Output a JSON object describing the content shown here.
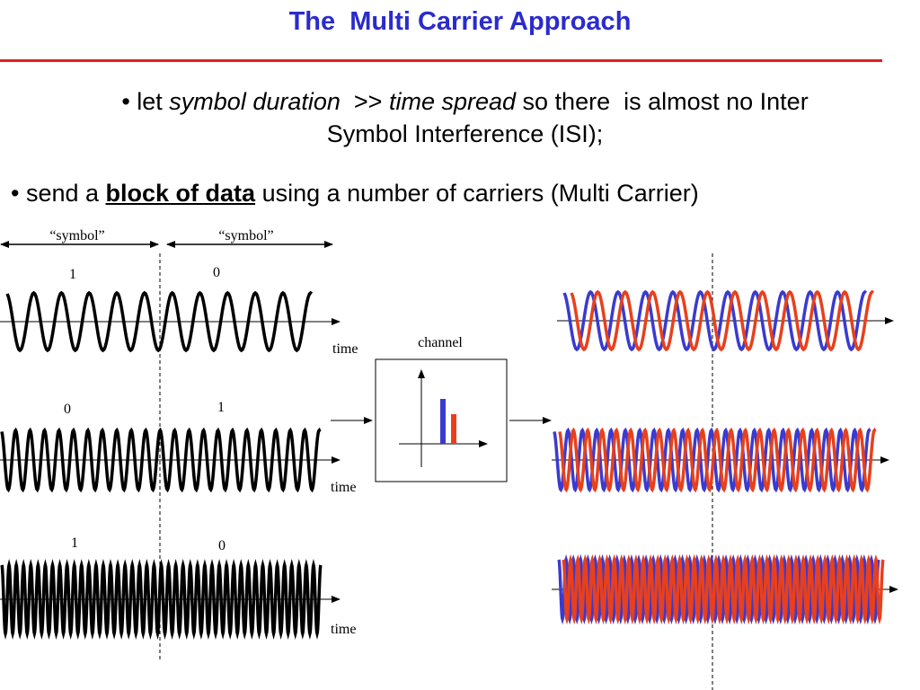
{
  "title": "The  Multi Carrier Approach",
  "bullets": {
    "b1": {
      "prefix": "• let ",
      "italic1": "symbol duration",
      "middle": "  >> ",
      "italic2": "time spread",
      "suffix": " so there  is almost no Inter",
      "line2": "Symbol Interference (ISI);"
    },
    "b2": {
      "prefix": "• send a ",
      "bold": "block of data",
      "suffix": " using a number of carriers (Multi Carrier)"
    }
  },
  "diagram": {
    "symbol_labels": [
      "“symbol”",
      "“symbol”"
    ],
    "channel_label": "channel",
    "time_label": "time",
    "waves": [
      {
        "bits": [
          "1",
          "0"
        ]
      },
      {
        "bits": [
          "0",
          "1"
        ]
      },
      {
        "bits": [
          "1",
          "0"
        ]
      }
    ],
    "colors": {
      "signal": "#000000",
      "blue": "#3a3ad0",
      "red": "#e8401c",
      "title": "#2b2bcc",
      "rule": "#e02020"
    }
  }
}
